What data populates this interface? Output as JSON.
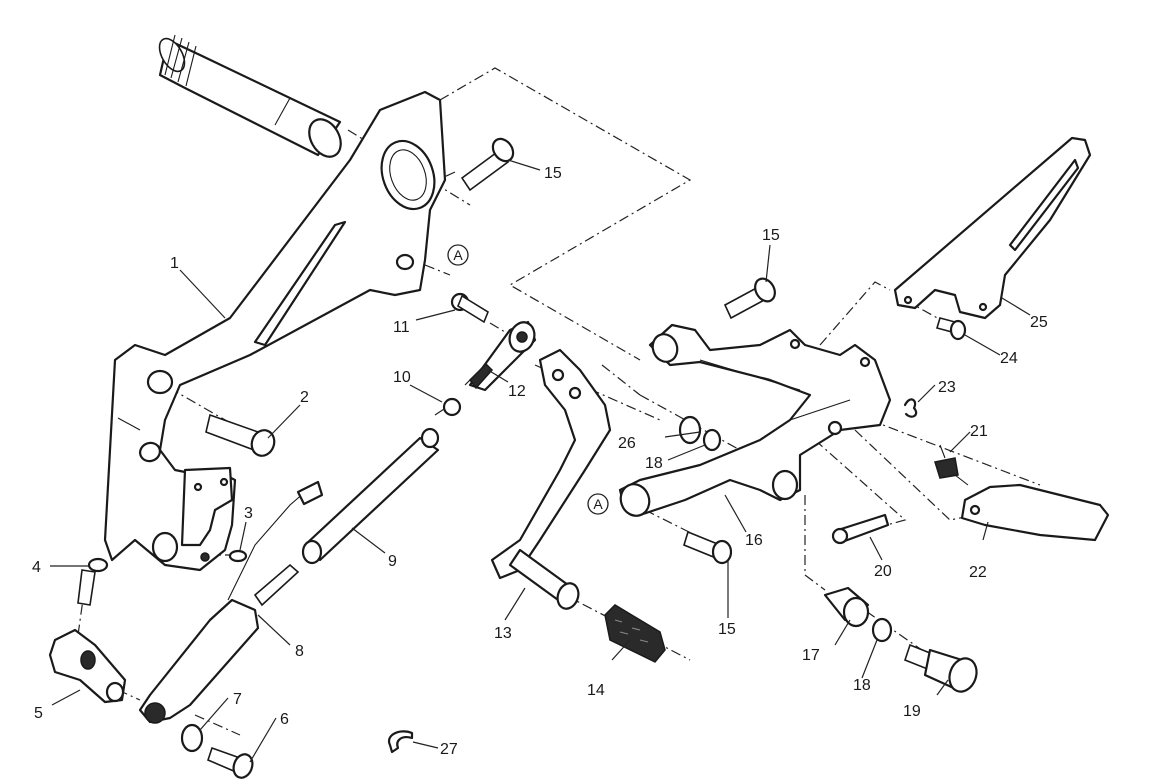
{
  "diagram": {
    "title": "Left footrest / gear change assembly exploded view",
    "reference_marker": "A",
    "callouts": [
      {
        "id": "c1",
        "label": "1"
      },
      {
        "id": "c2",
        "label": "2"
      },
      {
        "id": "c3",
        "label": "3"
      },
      {
        "id": "c4",
        "label": "4"
      },
      {
        "id": "c5",
        "label": "5"
      },
      {
        "id": "c6",
        "label": "6"
      },
      {
        "id": "c7",
        "label": "7"
      },
      {
        "id": "c8",
        "label": "8"
      },
      {
        "id": "c9",
        "label": "9"
      },
      {
        "id": "c10",
        "label": "10"
      },
      {
        "id": "c11",
        "label": "11"
      },
      {
        "id": "c12",
        "label": "12"
      },
      {
        "id": "c13",
        "label": "13"
      },
      {
        "id": "c14",
        "label": "14"
      },
      {
        "id": "c15a",
        "label": "15"
      },
      {
        "id": "c15b",
        "label": "15"
      },
      {
        "id": "c15c",
        "label": "15"
      },
      {
        "id": "c16",
        "label": "16"
      },
      {
        "id": "c17",
        "label": "17"
      },
      {
        "id": "c18a",
        "label": "18"
      },
      {
        "id": "c18b",
        "label": "18"
      },
      {
        "id": "c19",
        "label": "19"
      },
      {
        "id": "c20",
        "label": "20"
      },
      {
        "id": "c21",
        "label": "21"
      },
      {
        "id": "c22",
        "label": "22"
      },
      {
        "id": "c23",
        "label": "23"
      },
      {
        "id": "c24",
        "label": "24"
      },
      {
        "id": "c25",
        "label": "25"
      },
      {
        "id": "c26",
        "label": "26"
      },
      {
        "id": "c27",
        "label": "27"
      }
    ]
  }
}
